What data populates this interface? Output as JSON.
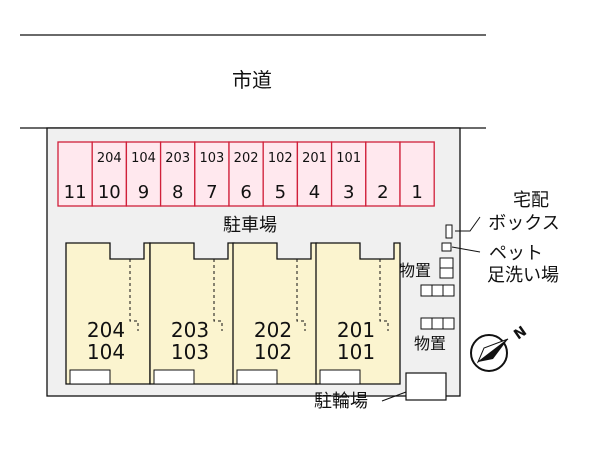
{
  "road_label": "市道",
  "parking_label": "駐車場",
  "parking_slots": [
    {
      "num": "11",
      "unit": ""
    },
    {
      "num": "10",
      "unit": "204"
    },
    {
      "num": "9",
      "unit": "104"
    },
    {
      "num": "8",
      "unit": "203"
    },
    {
      "num": "7",
      "unit": "103"
    },
    {
      "num": "6",
      "unit": "202"
    },
    {
      "num": "5",
      "unit": "102"
    },
    {
      "num": "4",
      "unit": "201"
    },
    {
      "num": "3",
      "unit": "101"
    },
    {
      "num": "2",
      "unit": ""
    },
    {
      "num": "1",
      "unit": ""
    }
  ],
  "buildings": [
    {
      "upper": "204",
      "lower": "104"
    },
    {
      "upper": "203",
      "lower": "103"
    },
    {
      "upper": "202",
      "lower": "102"
    },
    {
      "upper": "201",
      "lower": "101"
    }
  ],
  "delivery_box_label": [
    "宅配",
    "ボックス"
  ],
  "pet_wash_label": [
    "ペット",
    "足洗い場"
  ],
  "storage_label_1": "物置",
  "storage_label_2": "物置",
  "bicycle_parking_label": "駐輪場",
  "compass_label": "N",
  "colors": {
    "lot_fill": "#f0f0f0",
    "slot_fill": "#ffe8ee",
    "slot_stroke": "#d0203a",
    "building_fill": "#fbf4cf"
  }
}
